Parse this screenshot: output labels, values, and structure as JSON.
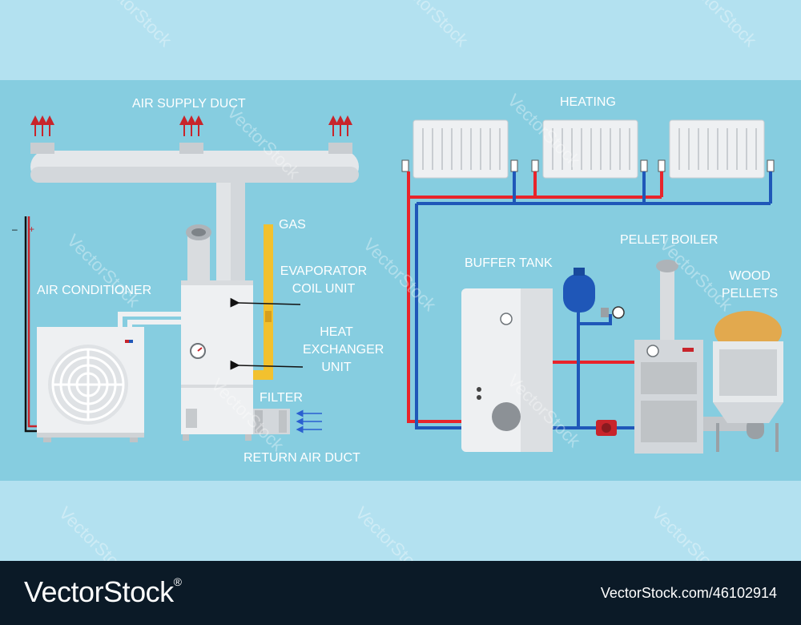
{
  "labels": {
    "air_supply_duct": "AIR SUPPLY DUCT",
    "gas": "GAS",
    "evaporator_line1": "EVAPORATOR",
    "evaporator_line2": "COIL UNIT",
    "heat_line1": "HEAT",
    "heat_line2": "EXCHANGER",
    "heat_line3": "UNIT",
    "filter": "FILTER",
    "return_air_duct": "RETURN AIR DUCT",
    "air_conditioner": "AIR CONDITIONER",
    "heating": "HEATING",
    "buffer_tank": "BUFFER TANK",
    "pellet_boiler": "PELLET BOILER",
    "wood_line1": "WOOD",
    "wood_line2": "PELLETS",
    "minus": "–",
    "plus": "+"
  },
  "watermark": "VectorStock",
  "footer": {
    "brand": "VectorStock",
    "reg": "®",
    "url": "VectorStock.com/46102914"
  },
  "colors": {
    "hot_pipe": "#e8242b",
    "cold_pipe": "#1f57b8",
    "gas_pipe": "#f2c12e",
    "equipment": "#eef0f2",
    "background_band": "#86cde0",
    "footer": "#0b1a27"
  }
}
